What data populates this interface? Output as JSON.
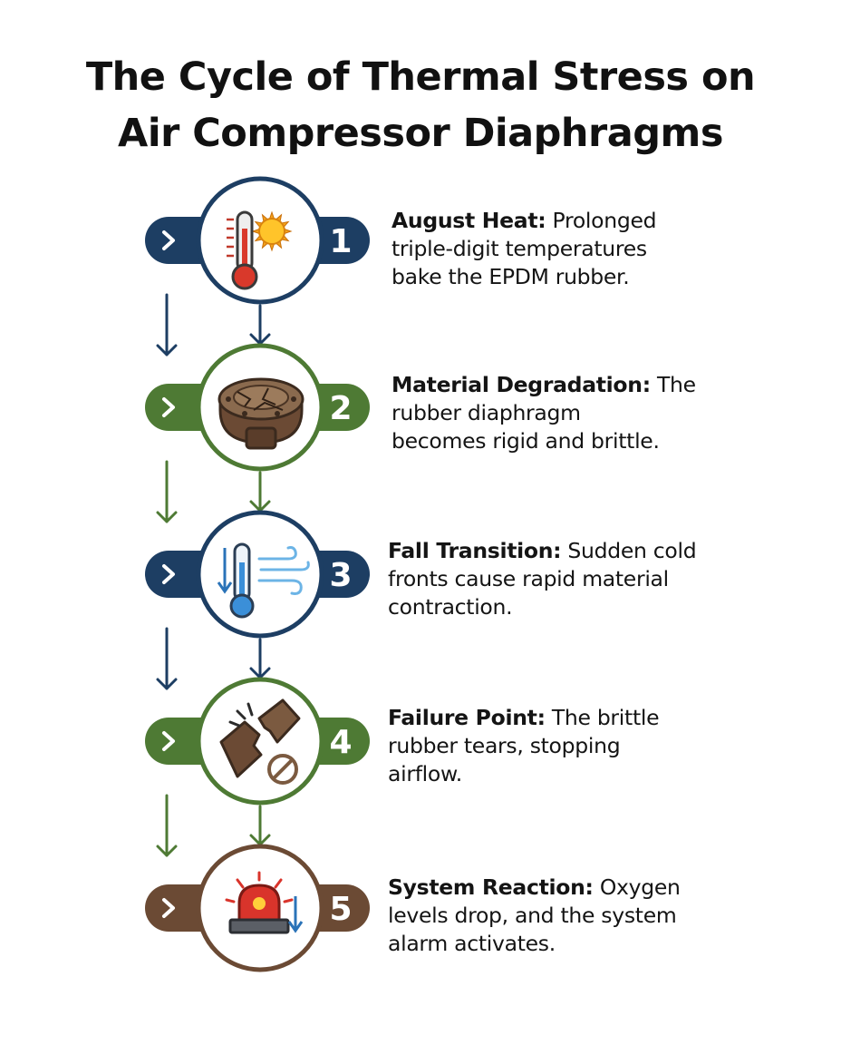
{
  "title": {
    "line1": "The Cycle of Thermal Stress on",
    "line2": "Air Compressor Diaphragms"
  },
  "colors": {
    "navy": "#1d3e63",
    "green": "#4e7a34",
    "brown": "#6b4a34",
    "text": "#141414"
  },
  "steps": [
    {
      "number": "1",
      "color": "#1d3e63",
      "icon": "thermometer-sun-icon",
      "heading": "August Heat:",
      "body_lines": [
        "Prolonged",
        "triple-digit temperatures",
        "bake the EPDM rubber."
      ]
    },
    {
      "number": "2",
      "color": "#4e7a34",
      "icon": "cracked-diaphragm-icon",
      "heading": "Material Degradation:",
      "body_lines": [
        "The",
        "rubber diaphragm",
        "becomes rigid and brittle."
      ]
    },
    {
      "number": "3",
      "color": "#1d3e63",
      "icon": "cold-thermometer-wind-icon",
      "heading": "Fall Transition:",
      "body_lines": [
        "Sudden cold",
        "fronts cause rapid material",
        "contraction."
      ]
    },
    {
      "number": "4",
      "color": "#4e7a34",
      "icon": "torn-rubber-no-flow-icon",
      "heading": "Failure Point:",
      "body_lines": [
        "The brittle",
        "rubber tears, stopping",
        "airflow."
      ]
    },
    {
      "number": "5",
      "color": "#6b4a34",
      "icon": "alarm-beacon-icon",
      "heading": "System Reaction:",
      "body_lines": [
        "Oxygen",
        "levels drop, and the system",
        "alarm activates."
      ]
    }
  ]
}
